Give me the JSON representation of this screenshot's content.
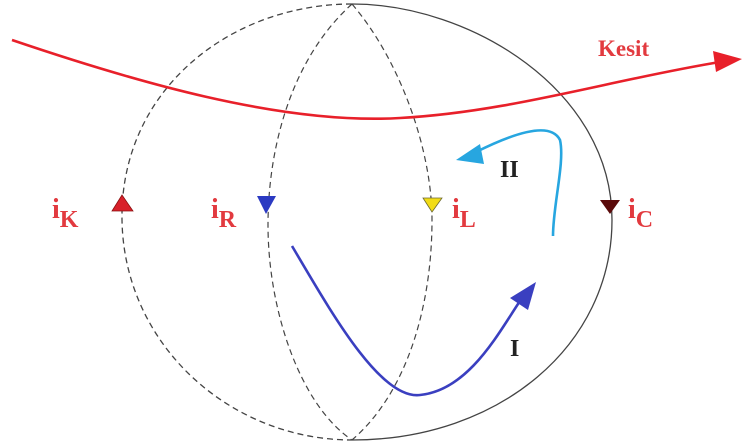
{
  "labels": {
    "cut": "Kesit",
    "loop_one": "I",
    "loop_two": "II",
    "currents": [
      {
        "letter": "i",
        "sub": "K"
      },
      {
        "letter": "i",
        "sub": "R"
      },
      {
        "letter": "i",
        "sub": "L"
      },
      {
        "letter": "i",
        "sub": "C"
      }
    ]
  },
  "colors": {
    "cut": "#e8202a",
    "current_label": "#e23a3f",
    "loop_one": "#3a3fc0",
    "loop_two": "#27a6e0",
    "outline": "#444444",
    "marker_k": "#d8202a",
    "marker_r": "#2b3ac2",
    "marker_l": "#f2dc16",
    "marker_c": "#5a0a0a",
    "loop_label": "#222222"
  }
}
